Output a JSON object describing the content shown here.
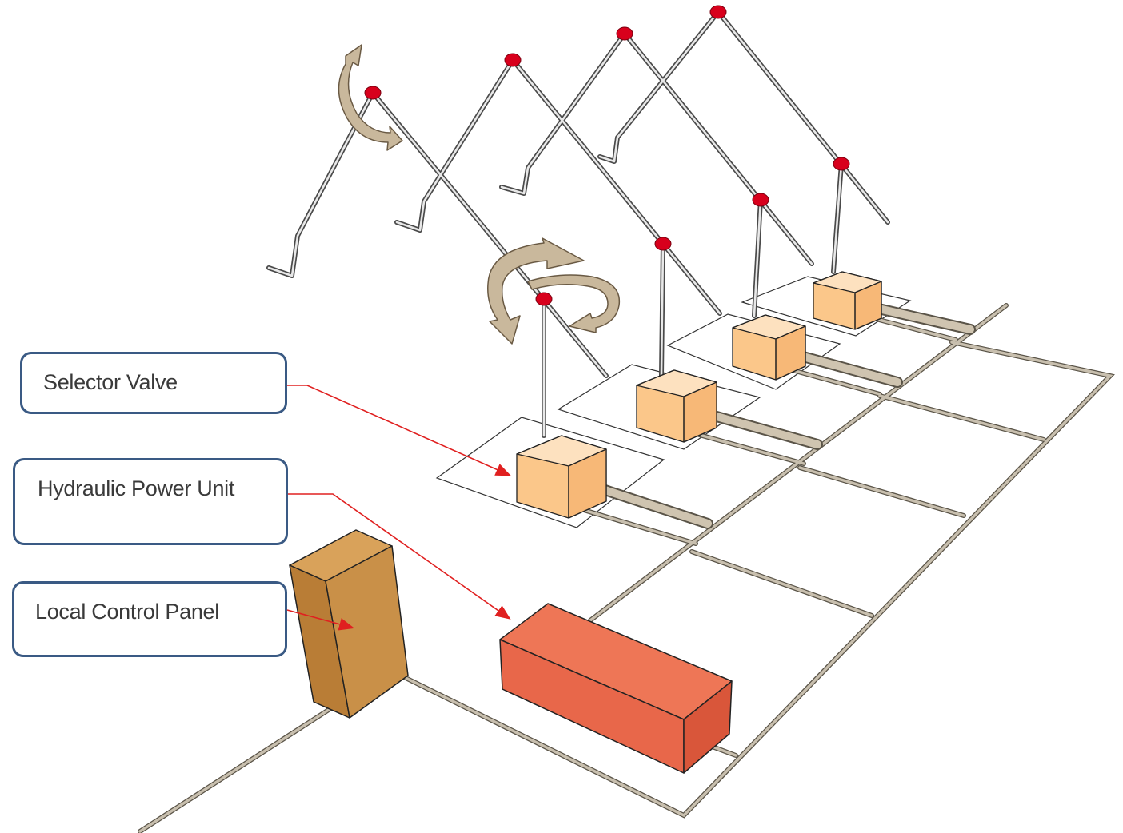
{
  "callouts": {
    "selector_valve": "Selector Valve",
    "hydraulic_power_unit": "Hydraulic Power Unit",
    "local_control_panel": "Local Control Panel"
  },
  "colors": {
    "callout_border": "#3a5a84",
    "leader_line": "#e02020",
    "valve_box": "#fbc78a",
    "power_unit": "#e8674a",
    "control_panel": "#c99048",
    "pipe": "#c8bfae",
    "pivot_dot": "#d8001c"
  }
}
